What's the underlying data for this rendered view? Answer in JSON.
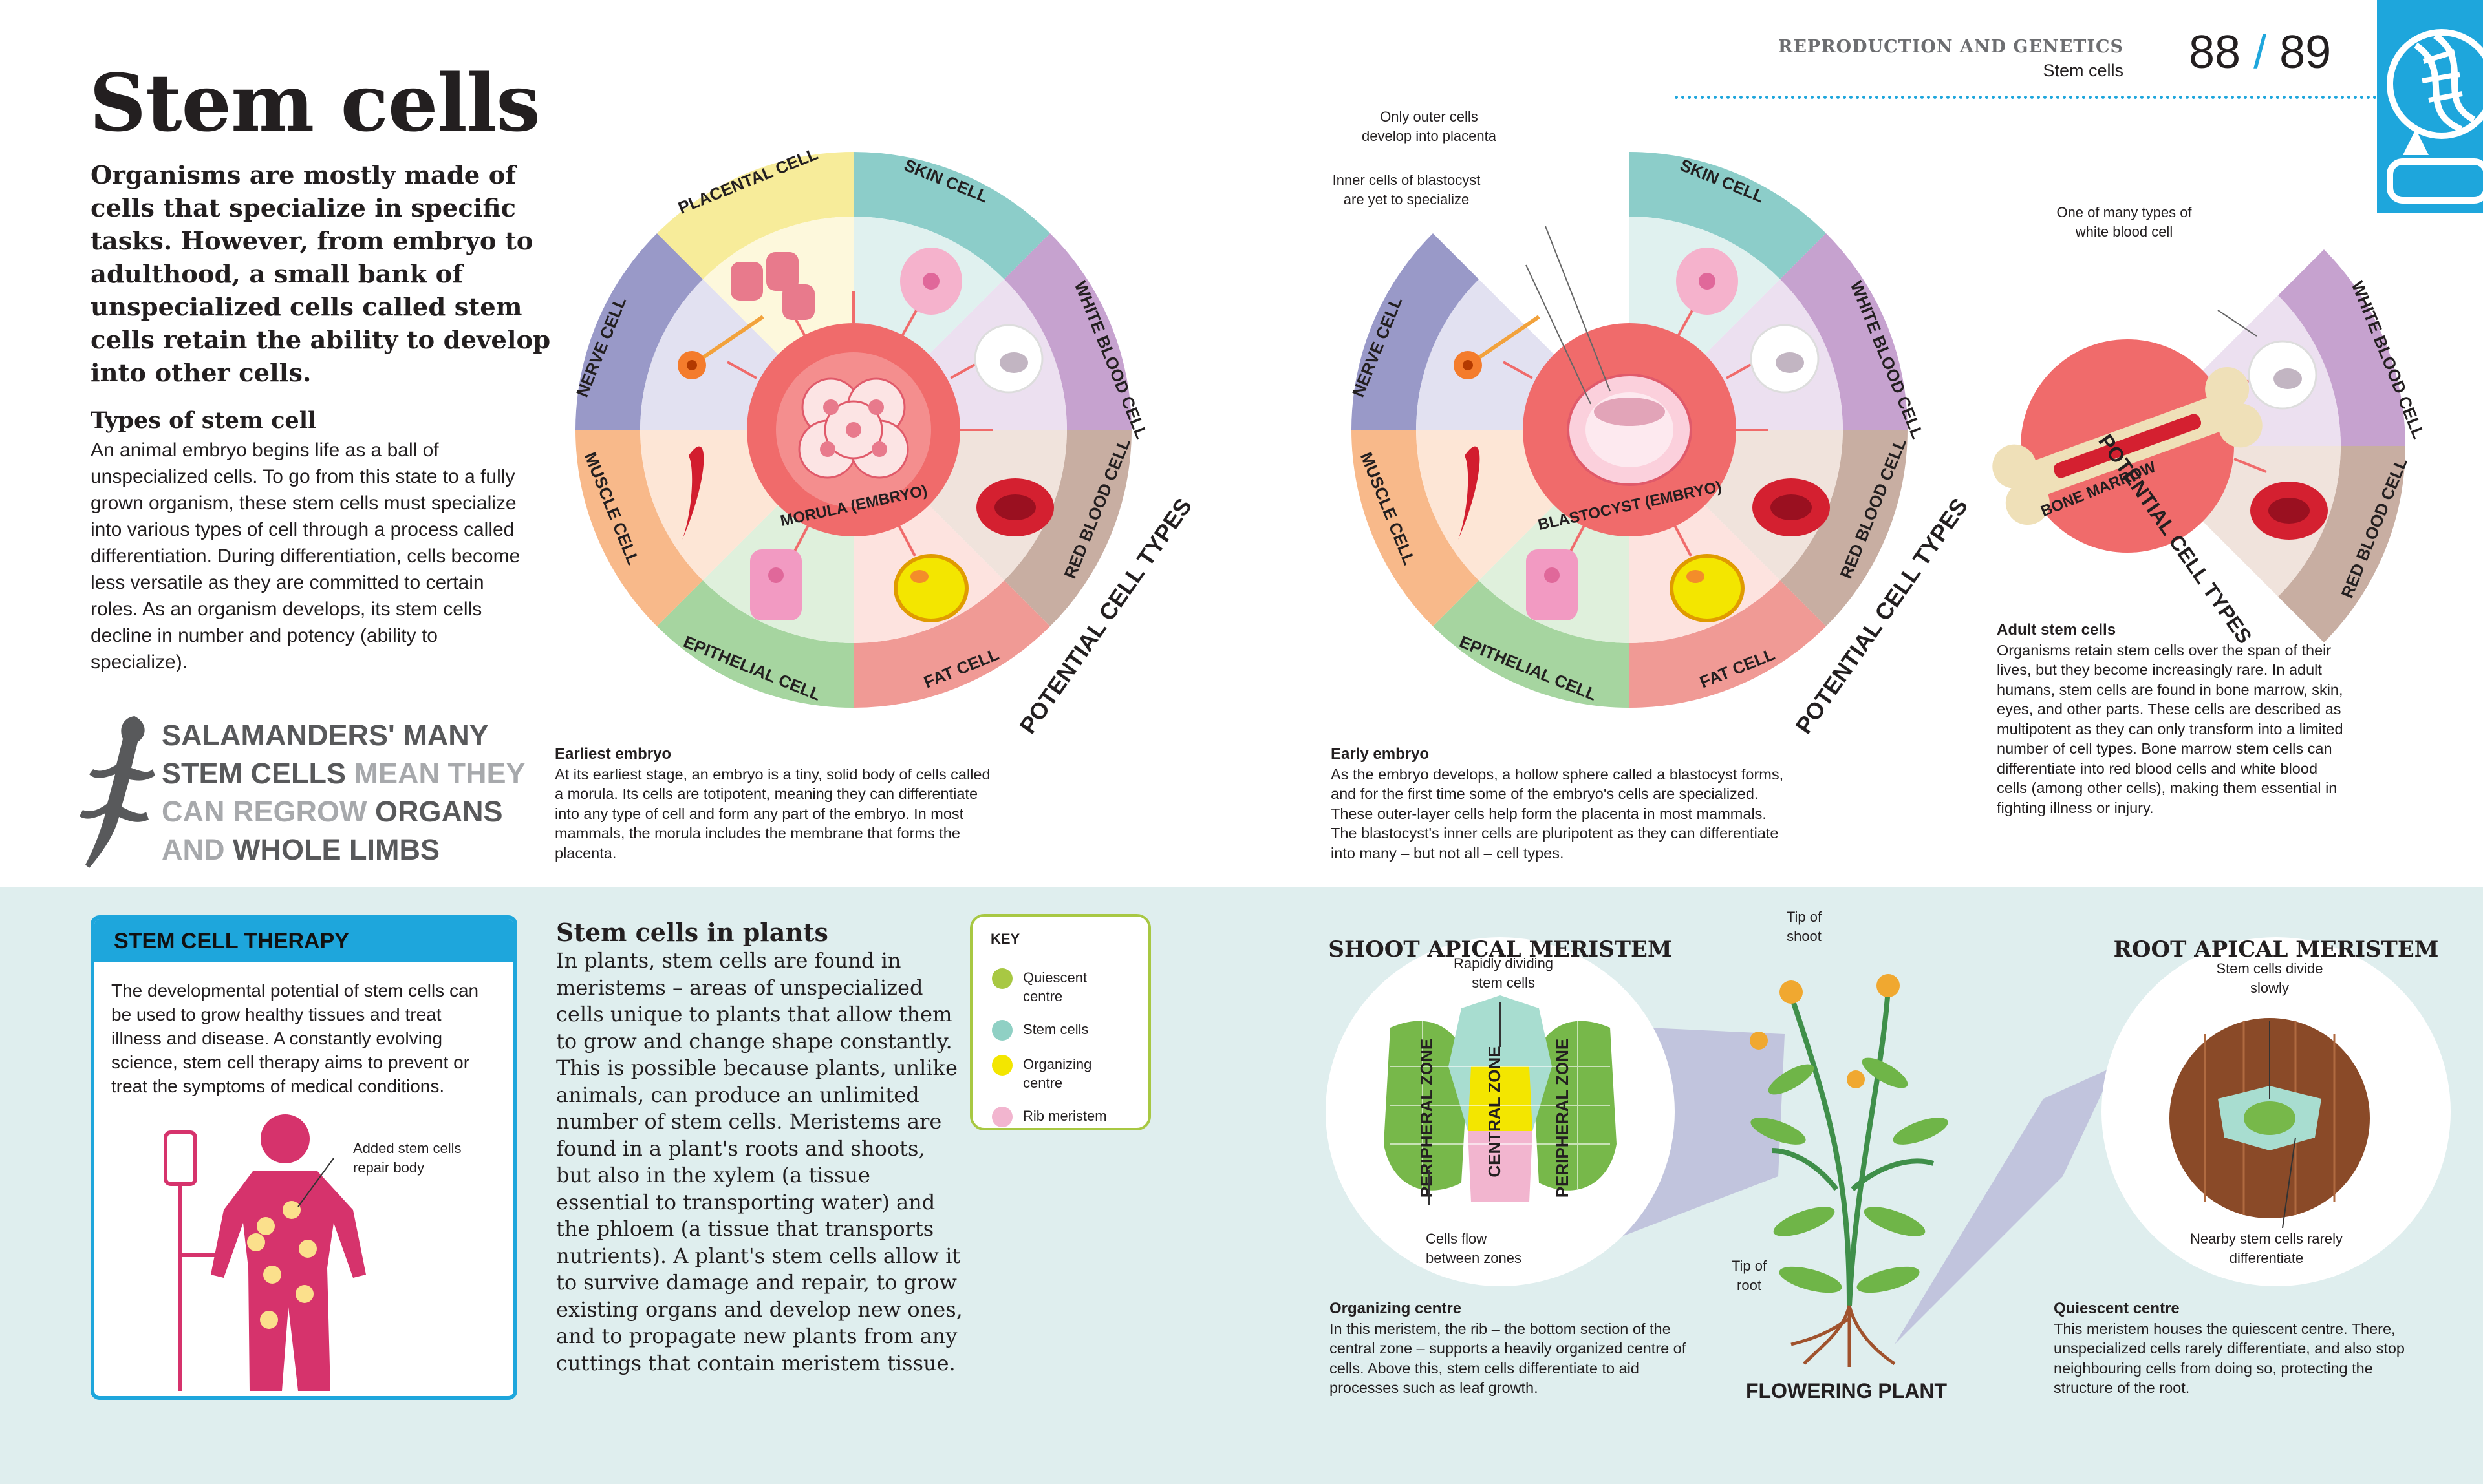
{
  "header": {
    "section": "REPRODUCTION AND GENETICS",
    "subsection": "Stem cells",
    "page_left": "88",
    "page_sep": "/",
    "page_right": "89"
  },
  "title": "Stem cells",
  "intro": "Organisms are mostly made of cells that specialize in specific tasks. However, from embryo to adulthood, a small bank of unspecialized cells called stem cells retain the ability to develop into other cells.",
  "types": {
    "heading": "Types of stem cell",
    "body": "An animal embryo begins life as a ball of unspecialized cells. To go from this state to a fully grown organism, these stem cells must specialize into various types of cell through a process called differentiation. During differentiation, cells become less versatile as they are committed to certain roles. As an organism develops, its stem cells decline in number and potency (ability to specialize)."
  },
  "salamander": {
    "l1a": "SALAMANDERS' MANY",
    "l2a": "STEM CELLS",
    "l2b": " MEAN THEY",
    "l3a": "CAN REGROW ",
    "l3b": "ORGANS",
    "l4a": "AND ",
    "l4b": "WHOLE LIMBS"
  },
  "wheel1": {
    "center": "MORULA (EMBRYO)",
    "outer": "POTENTIAL CELL TYPES",
    "segments": {
      "skin": "SKIN CELL",
      "white": "WHITE BLOOD CELL",
      "red": "RED BLOOD CELL",
      "fat": "FAT CELL",
      "epithelial": "EPITHELIAL CELL",
      "muscle": "MUSCLE CELL",
      "nerve": "NERVE CELL",
      "placental": "PLACENTAL CELL"
    }
  },
  "wheel2": {
    "center": "BLASTOCYST (EMBRYO)",
    "outer": "POTENTIAL CELL TYPES",
    "segments": {
      "skin": "SKIN CELL",
      "white": "WHITE BLOOD CELL",
      "red": "RED BLOOD CELL",
      "fat": "FAT CELL",
      "epithelial": "EPITHELIAL CELL",
      "muscle": "MUSCLE CELL",
      "nerve": "NERVE CELL"
    },
    "ann_outer": "Only outer cells develop into placenta",
    "ann_inner": "Inner cells of blastocyst are yet to specialize"
  },
  "wheel3": {
    "center": "BONE MARROW",
    "outer": "POTENTIAL CELL TYPES",
    "segments": {
      "white": "WHITE BLOOD CELL",
      "red": "RED BLOOD CELL"
    },
    "ann": "One of many types of white blood cell"
  },
  "captions": {
    "earliest_h": "Earliest embryo",
    "earliest": "At its earliest stage, an embryo is a tiny, solid body of cells called a morula. Its cells are totipotent, meaning they can differentiate into any type of cell and form any part of the embryo. In most mammals, the morula includes the membrane that forms the placenta.",
    "early_h": "Early embryo",
    "early": "As the embryo develops, a hollow sphere called a blastocyst forms, and for the first time some of the embryo's cells are specialized. These outer-layer cells help form the placenta in most mammals. The blastocyst's inner cells are pluripotent as they can differentiate into many – but not all – cell types.",
    "adult_h": "Adult stem cells",
    "adult": "Organisms retain stem cells over the span of their lives, but they become increasingly rare. In adult humans, stem cells are found in bone marrow, skin, eyes, and other parts. These cells are described as multipotent as they can only transform into a limited number of cell types. Bone marrow stem cells can differentiate into red blood cells and white blood cells (among other cells), making them essential in fighting illness or injury."
  },
  "therapy": {
    "heading": "STEM CELL THERAPY",
    "body": "The developmental potential of stem cells can be used to grow healthy tissues and treat illness and disease. A constantly evolving science, stem cell therapy aims to prevent or treat the symptoms of medical conditions.",
    "ann": "Added stem cells repair body"
  },
  "plants": {
    "heading": "Stem cells in plants",
    "body": "In plants, stem cells are found in meristems – areas of unspecialized cells unique to plants that allow them to grow and change shape constantly. This is possible because plants, unlike animals, can produce an unlimited number of stem cells. Meristems are found in a plant's roots and shoots, but also in the xylem (a tissue essential to transporting water) and the phloem (a tissue that transports nutrients). A plant's stem cells allow it to survive damage and repair, to grow existing organs and develop new ones, and to propagate new plants from any cuttings that contain meristem tissue."
  },
  "key": {
    "heading": "KEY",
    "items": [
      {
        "label": "Quiescent centre",
        "color": "#a8c843"
      },
      {
        "label": "Stem cells",
        "color": "#8fd0c4"
      },
      {
        "label": "Organizing centre",
        "color": "#f3e600"
      },
      {
        "label": "Rib meristem",
        "color": "#f2b5cf"
      }
    ]
  },
  "shoot": {
    "title": "SHOOT APICAL MERISTEM",
    "ann_top": "Rapidly dividing stem cells",
    "ann_bottom": "Cells flow between zones",
    "zone_left": "PERIPHERAL ZONE",
    "zone_center": "CENTRAL ZONE",
    "zone_right": "PERIPHERAL ZONE",
    "cap_h": "Organizing centre",
    "cap": "In this meristem, the rib – the bottom section of the central zone – supports a heavily organized centre of cells. Above this, stem cells differentiate to aid processes such as leaf growth."
  },
  "plant": {
    "label": "FLOWERING PLANT",
    "tip_shoot": "Tip of shoot",
    "tip_root": "Tip of root"
  },
  "root": {
    "title": "ROOT APICAL MERISTEM",
    "ann_top": "Stem cells divide slowly",
    "ann_bottom": "Nearby stem cells rarely differentiate",
    "cap_h": "Quiescent centre",
    "cap": "This meristem houses the quiescent centre. There, unspecialized cells rarely differentiate, and also stop neighbouring cells from doing so, protecting the structure of the root."
  }
}
